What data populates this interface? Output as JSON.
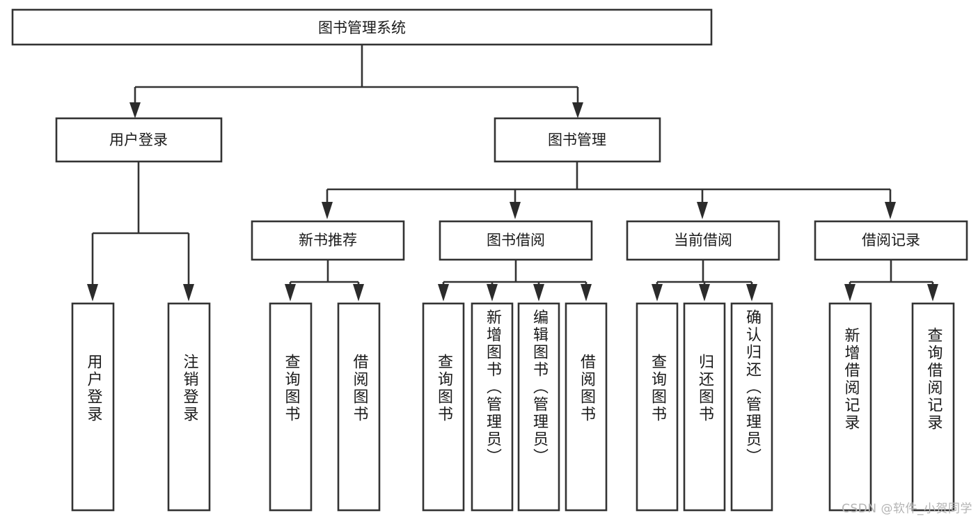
{
  "diagram": {
    "type": "tree-hierarchy-chart",
    "title": "图书管理系统",
    "watermark": "CSDN @软件_小贺同学",
    "colors": {
      "box_fill": "#ffffff",
      "box_stroke": "#333333",
      "text": "#1a1a1a",
      "background": "#ffffff",
      "watermark": "#b4b4b4"
    },
    "levels": {
      "root": {
        "label": "图书管理系统"
      },
      "level2": [
        {
          "label": "用户登录"
        },
        {
          "label": "图书管理"
        }
      ],
      "level3": [
        {
          "label": "新书推荐"
        },
        {
          "label": "图书借阅"
        },
        {
          "label": "当前借阅"
        },
        {
          "label": "借阅记录"
        }
      ],
      "leaves": {
        "user_login": [
          {
            "label": "用户登录"
          },
          {
            "label": "注销登录"
          }
        ],
        "new_book_recommend": [
          {
            "label": "查询图书"
          },
          {
            "label": "借阅图书"
          }
        ],
        "book_borrow": [
          {
            "label": "查询图书"
          },
          {
            "label": "新增图书（管理员）"
          },
          {
            "label": "编辑图书（管理员）"
          },
          {
            "label": "借阅图书"
          }
        ],
        "current_borrow": [
          {
            "label": "查询图书"
          },
          {
            "label": "归还图书"
          },
          {
            "label": "确认归还（管理员）"
          }
        ],
        "borrow_record": [
          {
            "label": "新增借阅记录"
          },
          {
            "label": "查询借阅记录"
          }
        ]
      }
    }
  }
}
